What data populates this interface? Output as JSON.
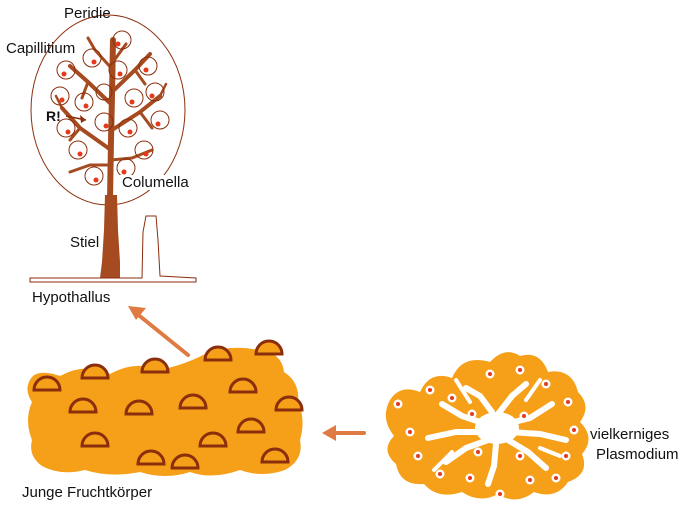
{
  "labels": {
    "peridie": "Peridie",
    "capillitium": "Capillitium",
    "r_mark": "R!",
    "columella": "Columella",
    "stiel": "Stiel",
    "hypothallus": "Hypothallus",
    "junge_fruchtkoerper": "Junge Fruchtkörper",
    "plasmodium_line1": "vielkerniges",
    "plasmodium_line2": "Plasmodium"
  },
  "colors": {
    "orange": "#f6a01a",
    "dark_brown": "#8b2e0c",
    "brown": "#a64a1f",
    "arrow": "#e07a43",
    "nucleus": "#e5391b"
  }
}
